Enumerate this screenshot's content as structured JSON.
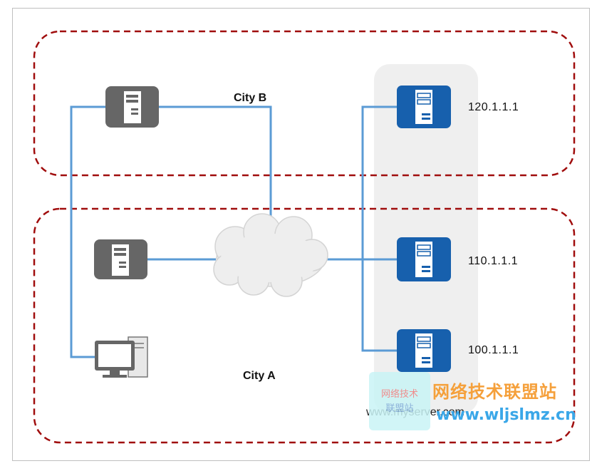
{
  "regions": {
    "city_b": {
      "label": "City B"
    },
    "city_a": {
      "label": "City A"
    }
  },
  "servers": [
    {
      "ip": "120.1.1.1"
    },
    {
      "ip": "110.1.1.1"
    },
    {
      "ip": "100.1.1.1"
    }
  ],
  "domain": "www.myserver.com",
  "watermark": {
    "logo_line1": "网络技术",
    "logo_line2": "联盟站",
    "title": "网络技术联盟站",
    "url": "www.wljslmz.cn"
  },
  "colors": {
    "region_border": "#a00d0d",
    "link": "#5b9bd5",
    "dns_server": "#1760ad",
    "local_server": "#666666",
    "server_group_bg": "#efefef"
  },
  "icons": [
    "local-dns-server-icon",
    "pc-icon",
    "cloud-icon",
    "authoritative-server-icon"
  ]
}
